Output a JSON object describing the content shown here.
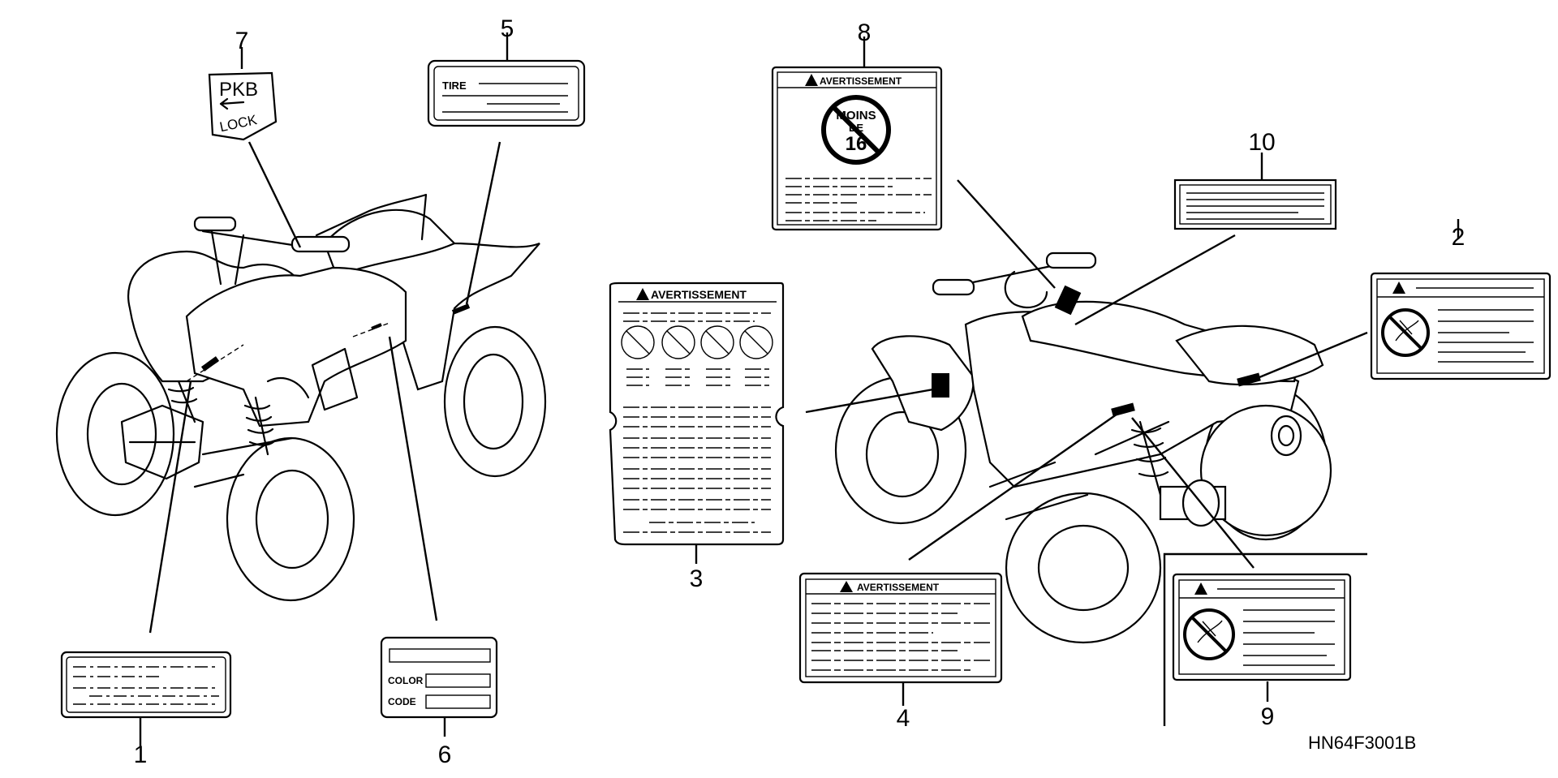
{
  "diagram": {
    "callouts": [
      "1",
      "2",
      "3",
      "4",
      "5",
      "6",
      "7",
      "8",
      "9",
      "10"
    ],
    "labels": {
      "pkb_top": "PKB",
      "pkb_bottom": "LOCK",
      "tire": "TIRE",
      "color": "COLOR",
      "code": "CODE",
      "warning_3": "AVERTISSEMENT",
      "warning_4": "AVERTISSEMENT",
      "warning_8": "AVERTISSEMENT",
      "sign_8_line1": "MOINS",
      "sign_8_line2": "DE",
      "sign_8_line3": "16"
    },
    "drawing_code": "HN64F3001B"
  }
}
